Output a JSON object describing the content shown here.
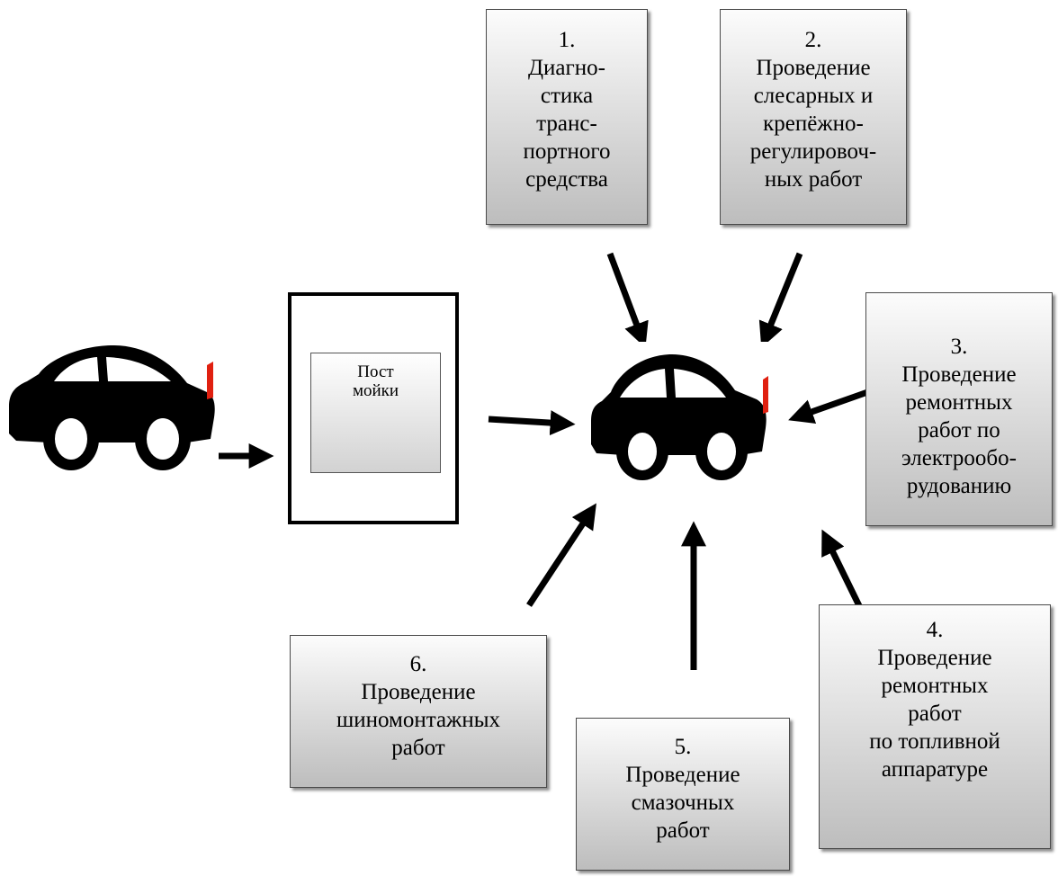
{
  "diagram": {
    "wash_station": {
      "label_lines": [
        "Пост",
        "мойки"
      ]
    },
    "processes": [
      {
        "id": "diagnostics",
        "label_lines": [
          "1.",
          "Диагно-",
          "стика",
          "транс-",
          "портного",
          "средства"
        ]
      },
      {
        "id": "fitting",
        "label_lines": [
          "2.",
          "Проведение",
          "слесарных и",
          "крепёжно-",
          "регулировоч-",
          "ных работ"
        ]
      },
      {
        "id": "electrical",
        "label_lines": [
          "3.",
          "Проведение",
          "ремонтных",
          "работ по",
          "электрообо-",
          "рудованию"
        ]
      },
      {
        "id": "fuel",
        "label_lines": [
          "4.",
          "Проведение",
          "ремонтных",
          "работ",
          "по топливной",
          "аппаратуре"
        ]
      },
      {
        "id": "lubrication",
        "label_lines": [
          "5.",
          "Проведение",
          "смазочных",
          "работ"
        ]
      },
      {
        "id": "tire",
        "label_lines": [
          "6.",
          "Проведение",
          "шиномонтажных",
          "работ"
        ]
      }
    ],
    "colors": {
      "car": "#000000",
      "accent_red": "#e02010",
      "box_top": "#fcfcfc",
      "box_bottom": "#bdbdbd"
    }
  }
}
